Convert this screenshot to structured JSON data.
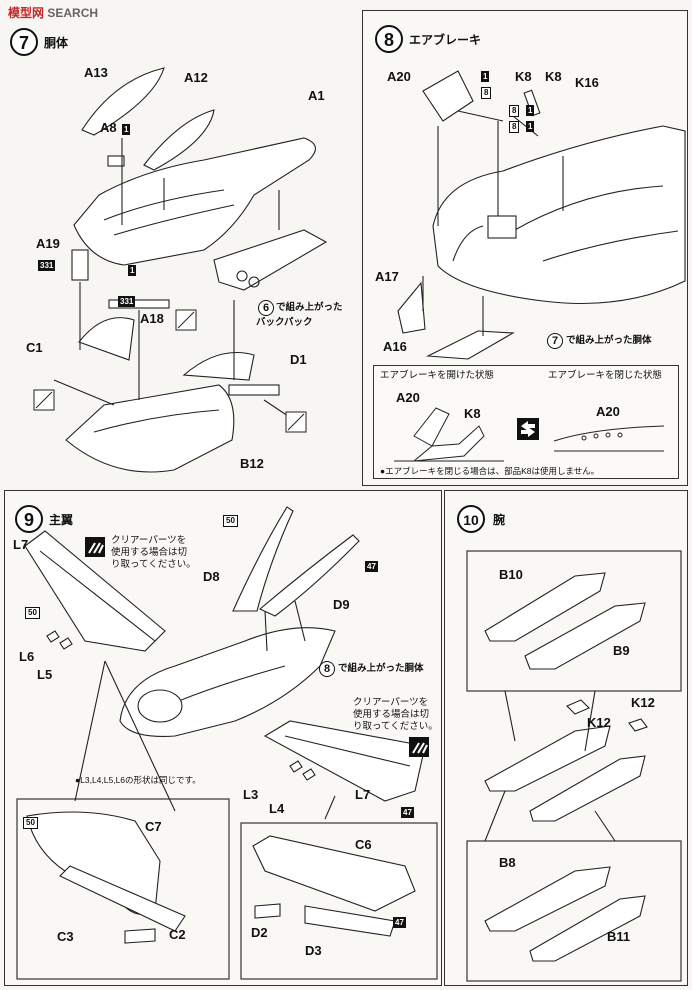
{
  "watermark": {
    "logo_cn": "模型网",
    "search": "SEARCH"
  },
  "step7": {
    "number": "7",
    "title": "胴体",
    "parts": [
      "A13",
      "A12",
      "A1",
      "A8",
      "A19",
      "A18",
      "C1",
      "D1",
      "B12"
    ],
    "paint_codes": [
      "1",
      "1",
      "331",
      "331"
    ],
    "note_num": "6",
    "note_text1": "で組み上がった",
    "note_text2": "バックパック"
  },
  "step8": {
    "number": "8",
    "title": "エアブレーキ",
    "parts": [
      "A20",
      "K8",
      "K8",
      "K16",
      "A17",
      "A16"
    ],
    "paint_codes": [
      "1",
      "8",
      "8",
      "1",
      "8",
      "1"
    ],
    "note_num": "7",
    "note_text": "で組み上がった胴体",
    "open_label": "エアブレーキを開けた状態",
    "closed_label": "エアブレーキを閉じた状態",
    "detail_parts": [
      "A20",
      "K8",
      "A20"
    ],
    "footnote": "●エアブレーキを閉じる場合は、部品K8は使用しません。"
  },
  "step9": {
    "number": "9",
    "title": "主翼",
    "parts": [
      "L7",
      "D8",
      "D9",
      "L6",
      "L5",
      "L3",
      "L4",
      "L7",
      "C7",
      "C3",
      "C2",
      "C6",
      "D2",
      "D3"
    ],
    "paint_codes": [
      "50",
      "47",
      "50",
      "47",
      "50",
      "47"
    ],
    "clear_note_left1": "クリアーパーツを",
    "clear_note_left2": "使用する場合は切",
    "clear_note_left3": "り取ってください。",
    "clear_note_right1": "クリアーパーツを",
    "clear_note_right2": "使用する場合は切",
    "clear_note_right3": "り取ってください。",
    "note_num": "8",
    "note_text": "で組み上がった胴体",
    "shape_note": "●L3,L4,L5,L6の形状は同じです。"
  },
  "step10": {
    "number": "10",
    "title": "腕",
    "parts": [
      "B10",
      "B9",
      "K12",
      "K12",
      "B8",
      "B11"
    ]
  }
}
